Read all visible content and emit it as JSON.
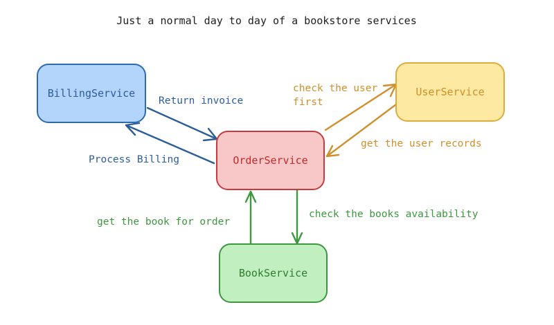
{
  "title": "Just a normal day to day of a bookstore services",
  "nodes": {
    "billing": {
      "label": "BillingService",
      "fill": "#b3d4fb",
      "stroke": "#2c69ad",
      "text": "#2c5d99"
    },
    "user": {
      "label": "UserService",
      "fill": "#fde9a1",
      "stroke": "#dcac40",
      "text": "#d08f2a"
    },
    "order": {
      "label": "OrderService",
      "fill": "#f8c8c8",
      "stroke": "#c63b3b",
      "text": "#c32a2a"
    },
    "book": {
      "label": "BookService",
      "fill": "#c1efbf",
      "stroke": "#3d973f",
      "text": "#2e7d32"
    }
  },
  "edges": {
    "return_invoice": {
      "line1": "Return invoice",
      "color": "#2c5d99"
    },
    "process_billing": {
      "line1": "Process Billing",
      "color": "#2c5d99"
    },
    "check_user_first": {
      "line1": "check the user",
      "line2": "first",
      "color": "#d08f2a"
    },
    "get_user_records": {
      "line1": "get the user records",
      "color": "#d08f2a"
    },
    "get_book_for_order": {
      "line1": "get the book for order",
      "color": "#3d973f"
    },
    "check_books_avail": {
      "line1": "check the books availability",
      "color": "#3d973f"
    }
  }
}
